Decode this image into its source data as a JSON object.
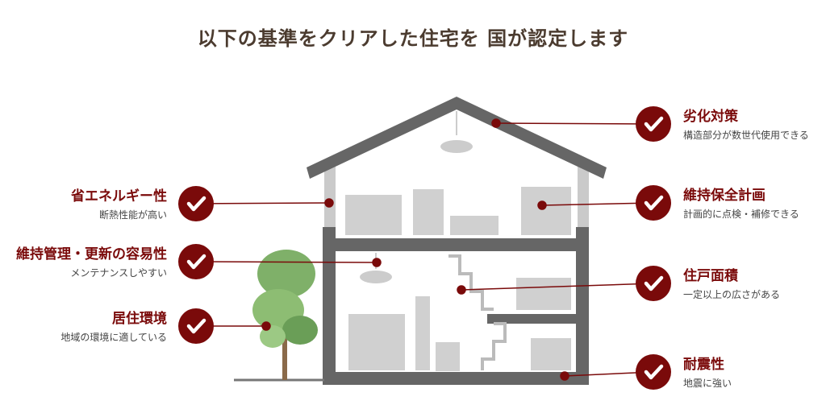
{
  "title": "以下の基準をクリアした住宅を 国が認定します",
  "colors": {
    "accent": "#7a0a0a",
    "house": "#666666",
    "title": "#4b3b2f"
  },
  "left_items": [
    {
      "title": "省エネルギー性",
      "subtitle": "断熱性能が高い"
    },
    {
      "title": "維持管理・更新の容易性",
      "subtitle": "メンテナンスしやすい"
    },
    {
      "title": "居住環境",
      "subtitle": "地域の環境に適している"
    }
  ],
  "right_items": [
    {
      "title": "劣化対策",
      "subtitle": "構造部分が数世代使用できる"
    },
    {
      "title": "維持保全計画",
      "subtitle": "計画的に点検・補修できる"
    },
    {
      "title": "住戸面積",
      "subtitle": "一定以上の広さがある"
    },
    {
      "title": "耐震性",
      "subtitle": "地震に強い"
    }
  ]
}
